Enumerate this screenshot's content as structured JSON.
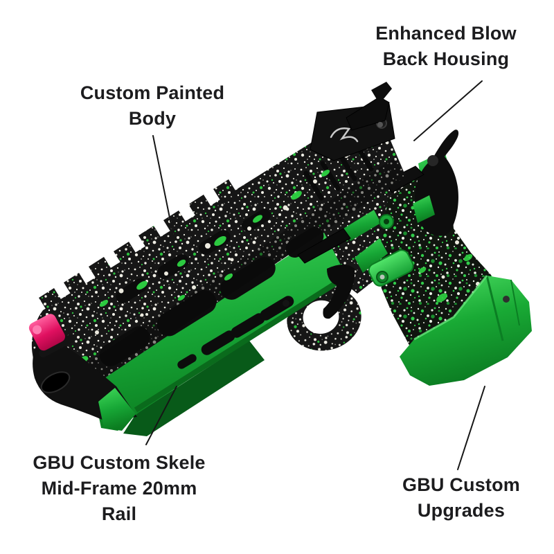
{
  "background": "#ffffff",
  "text_color": "#1c1c1e",
  "leader_line_color": "#161616",
  "annotations": [
    {
      "id": "enhanced-blow-back-housing",
      "label": "Enhanced Blow Back Housing",
      "lines": [
        "Enhanced Blow",
        "Back Housing"
      ]
    },
    {
      "id": "custom-painted-body",
      "label": "Custom Painted Body",
      "lines": [
        "Custom Painted",
        "Body"
      ]
    },
    {
      "id": "skele-mid-frame-rail",
      "label": "GBU Custom Skele Mid-Frame 20mm Rail",
      "lines": [
        "GBU Custom Skele",
        "Mid-Frame 20mm",
        "Rail"
      ]
    },
    {
      "id": "gbu-custom-upgrades",
      "label": "GBU Custom Upgrades",
      "lines": [
        "GBU Custom",
        "Upgrades"
      ]
    }
  ],
  "figure": {
    "subject": "custom splatter-painted hi-capa style pistol, muzzle down-left",
    "colors": {
      "anodized_green": "#1ba832",
      "splatter_green": "#2ed443",
      "speckle_white": "#eceadf",
      "body_black": "#161616",
      "fiber_optic_pink": "#e81060"
    }
  }
}
